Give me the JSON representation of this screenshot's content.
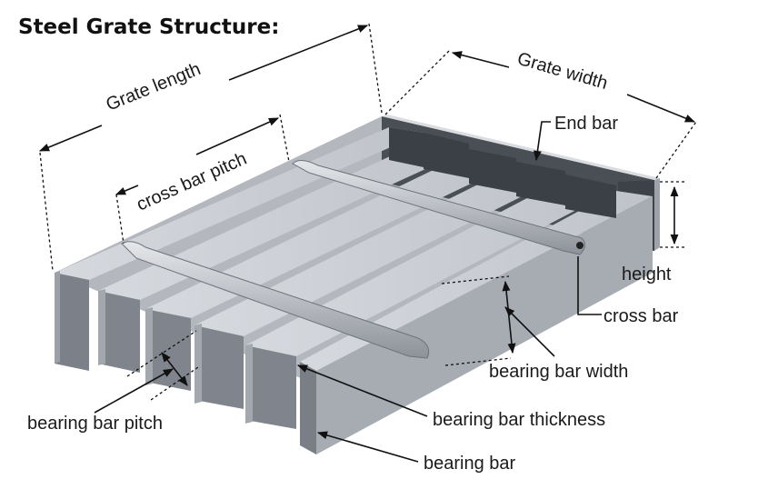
{
  "diagram": {
    "title": "Steel Grate Structure:",
    "labels": {
      "grate_length": "Grate length",
      "grate_width": "Grate width",
      "end_bar": "End bar",
      "cross_bar_pitch": "cross bar pitch",
      "height": "height",
      "cross_bar": "cross bar",
      "bearing_bar_width": "bearing bar width",
      "bearing_bar_thickness": "bearing bar thickness",
      "bearing_bar_pitch": "bearing bar pitch",
      "bearing_bar": "bearing bar"
    },
    "colors": {
      "bar_top": "#c9cdd3",
      "bar_side": "#8e939b",
      "bar_front": "#7a7f87",
      "dark_gap": "#3b3f46",
      "base": "#a9adb4",
      "ink": "#111111"
    }
  }
}
